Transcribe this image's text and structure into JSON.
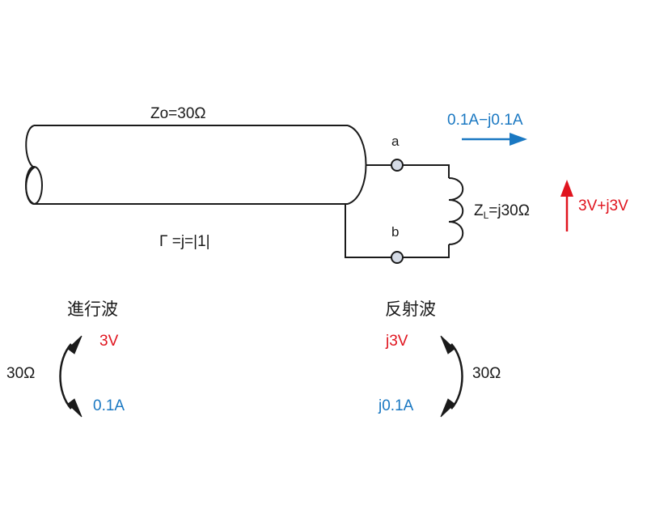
{
  "diagram": {
    "line_impedance_label": "Zo=30Ω",
    "reflection_coefficient_label": "Γ =j=|1|",
    "terminal_a_label": "a",
    "terminal_b_label": "b",
    "load": {
      "prefix": "Z",
      "subscript": "L",
      "suffix": "=j30Ω"
    },
    "current_label": "0.1A−j0.1A",
    "voltage_label": "3V+j3V",
    "incident_wave": {
      "title": "進行波",
      "voltage": "3V",
      "current": "0.1A",
      "impedance": "30Ω"
    },
    "reflected_wave": {
      "title": "反射波",
      "voltage": "j3V",
      "current": "j0.1A",
      "impedance": "30Ω"
    },
    "colors": {
      "voltage": "#e0141e",
      "current": "#1a78c2",
      "line": "#1a1a1a",
      "terminal_fill": "#d5dbe6"
    }
  }
}
